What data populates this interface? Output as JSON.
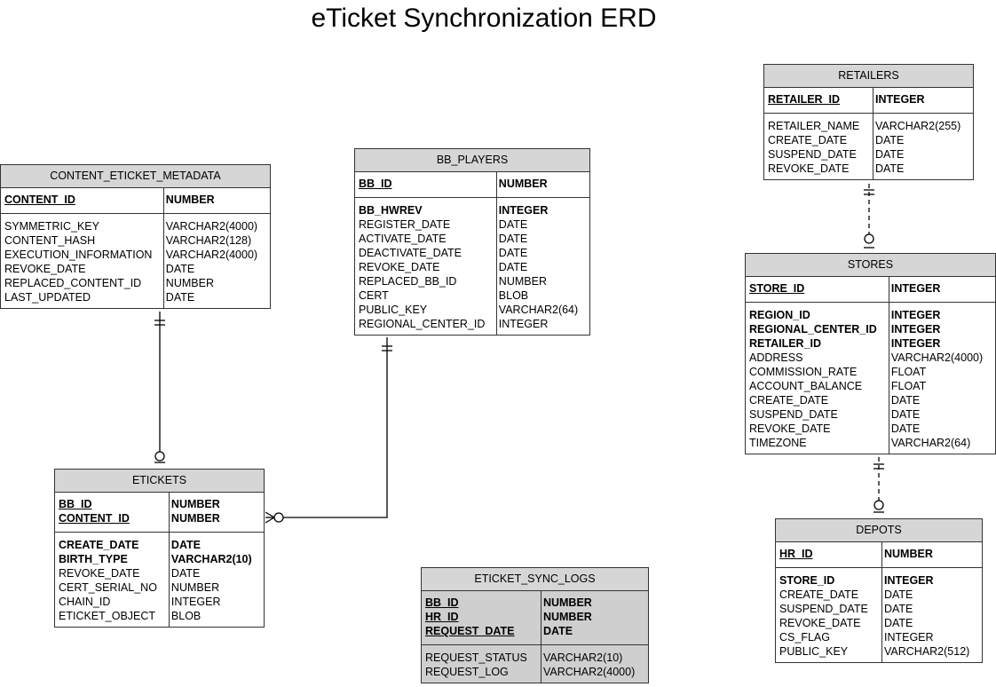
{
  "title": "eTicket Synchronization ERD",
  "entities": [
    {
      "id": "content-eticket-metadata",
      "name": "CONTENT_ETICKET_METADATA",
      "key_rows": [
        {
          "name": "CONTENT_ID",
          "type": "NUMBER"
        }
      ],
      "attr_rows": [
        {
          "name": "SYMMETRIC_KEY",
          "type": "VARCHAR2(4000)",
          "bold": false
        },
        {
          "name": "CONTENT_HASH",
          "type": "VARCHAR2(128)",
          "bold": false
        },
        {
          "name": "EXECUTION_INFORMATION",
          "type": "VARCHAR2(4000)",
          "bold": false
        },
        {
          "name": "REVOKE_DATE",
          "type": "DATE",
          "bold": false
        },
        {
          "name": "REPLACED_CONTENT_ID",
          "type": "NUMBER",
          "bold": false
        },
        {
          "name": "LAST_UPDATED",
          "type": "DATE",
          "bold": false
        }
      ]
    },
    {
      "id": "bb-players",
      "name": "BB_PLAYERS",
      "key_rows": [
        {
          "name": "BB_ID",
          "type": "NUMBER"
        }
      ],
      "attr_rows": [
        {
          "name": "BB_HWREV",
          "type": "INTEGER",
          "bold": true
        },
        {
          "name": "REGISTER_DATE",
          "type": "DATE",
          "bold": false
        },
        {
          "name": "ACTIVATE_DATE",
          "type": "DATE",
          "bold": false
        },
        {
          "name": "DEACTIVATE_DATE",
          "type": "DATE",
          "bold": false
        },
        {
          "name": "REVOKE_DATE",
          "type": "DATE",
          "bold": false
        },
        {
          "name": "REPLACED_BB_ID",
          "type": "NUMBER",
          "bold": false
        },
        {
          "name": "CERT",
          "type": "BLOB",
          "bold": false
        },
        {
          "name": "PUBLIC_KEY",
          "type": "VARCHAR2(64)",
          "bold": false
        },
        {
          "name": "REGIONAL_CENTER_ID",
          "type": "INTEGER",
          "bold": false
        }
      ]
    },
    {
      "id": "retailers",
      "name": "RETAILERS",
      "key_rows": [
        {
          "name": "RETAILER_ID",
          "type": "INTEGER"
        }
      ],
      "attr_rows": [
        {
          "name": "RETAILER_NAME",
          "type": "VARCHAR2(255)",
          "bold": false
        },
        {
          "name": "CREATE_DATE",
          "type": "DATE",
          "bold": false
        },
        {
          "name": "SUSPEND_DATE",
          "type": "DATE",
          "bold": false
        },
        {
          "name": "REVOKE_DATE",
          "type": "DATE",
          "bold": false
        }
      ]
    },
    {
      "id": "stores",
      "name": "STORES",
      "key_rows": [
        {
          "name": "STORE_ID",
          "type": "INTEGER"
        }
      ],
      "attr_rows": [
        {
          "name": "REGION_ID",
          "type": "INTEGER",
          "bold": true
        },
        {
          "name": "REGIONAL_CENTER_ID",
          "type": "INTEGER",
          "bold": true
        },
        {
          "name": "RETAILER_ID",
          "type": "INTEGER",
          "bold": true
        },
        {
          "name": "ADDRESS",
          "type": "VARCHAR2(4000)",
          "bold": false
        },
        {
          "name": "COMMISSION_RATE",
          "type": "FLOAT",
          "bold": false
        },
        {
          "name": "ACCOUNT_BALANCE",
          "type": "FLOAT",
          "bold": false
        },
        {
          "name": "CREATE_DATE",
          "type": "DATE",
          "bold": false
        },
        {
          "name": "SUSPEND_DATE",
          "type": "DATE",
          "bold": false
        },
        {
          "name": "REVOKE_DATE",
          "type": "DATE",
          "bold": false
        },
        {
          "name": "TIMEZONE",
          "type": "VARCHAR2(64)",
          "bold": false
        }
      ]
    },
    {
      "id": "etickets",
      "name": "ETICKETS",
      "key_rows": [
        {
          "name": "BB_ID",
          "type": "NUMBER"
        },
        {
          "name": "CONTENT_ID",
          "type": "NUMBER"
        }
      ],
      "attr_rows": [
        {
          "name": "CREATE_DATE",
          "type": "DATE",
          "bold": true
        },
        {
          "name": "BIRTH_TYPE",
          "type": "VARCHAR2(10)",
          "bold": true
        },
        {
          "name": "REVOKE_DATE",
          "type": "DATE",
          "bold": false
        },
        {
          "name": "CERT_SERIAL_NO",
          "type": "NUMBER",
          "bold": false
        },
        {
          "name": "CHAIN_ID",
          "type": "INTEGER",
          "bold": false
        },
        {
          "name": "ETICKET_OBJECT",
          "type": "BLOB",
          "bold": false
        }
      ]
    },
    {
      "id": "eticket-sync-logs",
      "name": "ETICKET_SYNC_LOGS",
      "key_rows": [
        {
          "name": "BB_ID",
          "type": "NUMBER"
        },
        {
          "name": "HR_ID",
          "type": "NUMBER"
        },
        {
          "name": "REQUEST_DATE",
          "type": "DATE"
        }
      ],
      "attr_rows": [
        {
          "name": "REQUEST_STATUS",
          "type": "VARCHAR2(10)",
          "bold": false
        },
        {
          "name": "REQUEST_LOG",
          "type": "VARCHAR2(4000)",
          "bold": false
        }
      ]
    },
    {
      "id": "depots",
      "name": "DEPOTS",
      "key_rows": [
        {
          "name": "HR_ID",
          "type": "NUMBER"
        }
      ],
      "attr_rows": [
        {
          "name": "STORE_ID",
          "type": "INTEGER",
          "bold": true
        },
        {
          "name": "CREATE_DATE",
          "type": "DATE",
          "bold": false
        },
        {
          "name": "SUSPEND_DATE",
          "type": "DATE",
          "bold": false
        },
        {
          "name": "REVOKE_DATE",
          "type": "DATE",
          "bold": false
        },
        {
          "name": "CS_FLAG",
          "type": "INTEGER",
          "bold": false
        },
        {
          "name": "PUBLIC_KEY",
          "type": "VARCHAR2(512)",
          "bold": false
        }
      ]
    }
  ],
  "relationships": [
    {
      "id": "metadata-to-etickets",
      "from": "CONTENT_ETICKET_METADATA",
      "to": "ETICKETS",
      "from_end": "one",
      "to_end": "zero-or-one",
      "line": "solid"
    },
    {
      "id": "players-to-etickets",
      "from": "BB_PLAYERS",
      "to": "ETICKETS",
      "from_end": "one",
      "to_end": "zero-or-many",
      "line": "solid"
    },
    {
      "id": "retailers-to-stores",
      "from": "RETAILERS",
      "to": "STORES",
      "from_end": "one",
      "to_end": "zero-or-one",
      "line": "dashed"
    },
    {
      "id": "stores-to-depots",
      "from": "STORES",
      "to": "DEPOTS",
      "from_end": "one",
      "to_end": "zero-or-one",
      "line": "dashed"
    }
  ]
}
